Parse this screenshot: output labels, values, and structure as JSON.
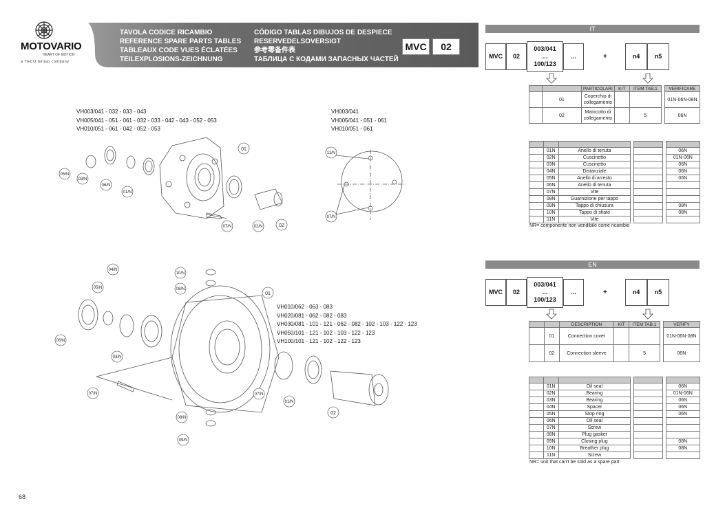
{
  "header": {
    "brand": "MOTOVARIO",
    "tagline": "HEART OF MOTION",
    "group_line": "a TECO Group company",
    "titles_col1": [
      "TAVOLA CODICE RICAMBIO",
      "REFERENCE SPARE PARTS TABLES",
      "TABLEAUX CODE VUES ÉCLATÉES",
      "TEILEXPLOSIONS-ZEICHNUNG"
    ],
    "titles_col2": [
      "CÓDIGO TABLAS DIBUJOS DE DESPIECE",
      "RESERVEDELSOVERSIGT",
      "参考零备件表",
      "ТАБЛИЦА С КОДАМИ ЗАПАСНЫХ ЧАСТЕЙ"
    ],
    "code_product": "MVC",
    "code_table": "02"
  },
  "drawing_top": {
    "left_models": [
      "VH003/041 - 032 - 033 - 043",
      "VH005/041 - 051 - 061 - 032 - 033 - 042 - 043 - 052 - 053",
      "VH010/051 - 061 - 042 - 052 - 053"
    ],
    "right_models": [
      "VH003/041",
      "VH005/041 - 051 - 061",
      "VH010/051 - 061"
    ],
    "callouts": [
      "01",
      "02",
      "05/N",
      "03/N",
      "06/N",
      "01/N",
      "07/N",
      "02/N",
      "11/N",
      "07/N"
    ]
  },
  "drawing_bottom": {
    "models": [
      "VH010/062 - 063 - 083",
      "VH020/081 - 062 - 082 - 083",
      "VH030/081 - 101 - 121 - 062 - 082 - 102 - 103 - 122 - 123",
      "VH050/101 - 121 - 102 - 103 - 122 - 123",
      "VH100/101 - 121 - 102 - 122 - 123"
    ],
    "callouts": [
      "04/N",
      "05/N",
      "06/N",
      "03/N",
      "07/N",
      "10/N",
      "08/N",
      "01",
      "07/N",
      "01/N",
      "02",
      "08/N",
      "09/N"
    ]
  },
  "it": {
    "section": "IT",
    "code_row": {
      "c1": "MVC",
      "c2": "02",
      "c3": [
        "003/041",
        "...",
        "100/123"
      ],
      "c4": "...",
      "plus": "+",
      "c5": "n4",
      "c6": "n5"
    },
    "main_headers": [
      "PARTICOLARI",
      "KIT",
      "ITEM TAB.1",
      "VERIFICARE"
    ],
    "main_rows": [
      {
        "code": "01",
        "desc": "Coperchio di collegamento",
        "kit": "",
        "item": "",
        "verify": "01N-06N-08N"
      },
      {
        "code": "02",
        "desc": "Manicotto di collegamento",
        "kit": "",
        "item": "5",
        "verify": "06N"
      }
    ],
    "sub_rows": [
      {
        "code": "01N",
        "desc": "Anello di tenuta",
        "verify": "06N"
      },
      {
        "code": "02N",
        "desc": "Cuscinetto",
        "verify": "01N-06N"
      },
      {
        "code": "03N",
        "desc": "Cuscinetto",
        "verify": "06N"
      },
      {
        "code": "04N",
        "desc": "Distanziale",
        "verify": "06N"
      },
      {
        "code": "05N",
        "desc": "Anello di arresto",
        "verify": "06N"
      },
      {
        "code": "06N",
        "desc": "Anello di tenuta",
        "verify": ""
      },
      {
        "code": "07N",
        "desc": "Vite",
        "verify": ""
      },
      {
        "code": "08N",
        "desc": "Guarnizione per tappo",
        "verify": ""
      },
      {
        "code": "09N",
        "desc": "Tappo di chiusura",
        "verify": "08N"
      },
      {
        "code": "10N",
        "desc": "Tappo di sfiato",
        "verify": "08N"
      },
      {
        "code": "11N",
        "desc": "Vite",
        "verify": ""
      }
    ],
    "note": "NR= componente non vendibile come ricambio"
  },
  "en": {
    "section": "EN",
    "code_row": {
      "c1": "MVC",
      "c2": "02",
      "c3": [
        "003/041",
        "...",
        "100/123"
      ],
      "c4": "...",
      "plus": "+",
      "c5": "n4",
      "c6": "n5"
    },
    "main_headers": [
      "DESCRIPTION",
      "KIT",
      "ITEM TAB.1",
      "VERIFY"
    ],
    "main_rows": [
      {
        "code": "01",
        "desc": "Connection cover",
        "kit": "",
        "item": "",
        "verify": "01N-06N-08N"
      },
      {
        "code": "02",
        "desc": "Connection sleeve",
        "kit": "",
        "item": "5",
        "verify": "06N"
      }
    ],
    "sub_rows": [
      {
        "code": "01N",
        "desc": "Oil seal",
        "verify": "06N"
      },
      {
        "code": "02N",
        "desc": "Bearing",
        "verify": "01N-06N"
      },
      {
        "code": "03N",
        "desc": "Bearing",
        "verify": "06N"
      },
      {
        "code": "04N",
        "desc": "Spacer",
        "verify": "06N"
      },
      {
        "code": "05N",
        "desc": "Stop ring",
        "verify": "06N"
      },
      {
        "code": "06N",
        "desc": "Oil seal",
        "verify": ""
      },
      {
        "code": "07N",
        "desc": "Screw",
        "verify": ""
      },
      {
        "code": "08N",
        "desc": "Plug gasket",
        "verify": ""
      },
      {
        "code": "09N",
        "desc": "Closing plug",
        "verify": "08N"
      },
      {
        "code": "10N",
        "desc": "Breather plug",
        "verify": "08N"
      },
      {
        "code": "11N",
        "desc": "Screw",
        "verify": ""
      }
    ],
    "note": "NR= unit that can't be sold as a spare part"
  },
  "page_number": "68"
}
